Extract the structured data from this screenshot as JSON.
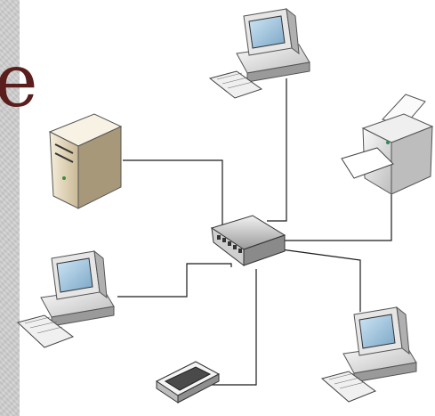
{
  "background_letter": "e",
  "colors": {
    "cable": "#1a1a1a",
    "letter": "#5a1f1c",
    "device_light": "#e8e8e8",
    "device_dark": "#555555",
    "server": "#e8dcc0"
  },
  "devices": [
    {
      "id": "hub",
      "icon": "network-hub-icon"
    },
    {
      "id": "server",
      "icon": "server-tower-icon"
    },
    {
      "id": "pc-top",
      "icon": "desktop-computer-icon"
    },
    {
      "id": "pc-left",
      "icon": "desktop-computer-icon"
    },
    {
      "id": "pc-bottom-right",
      "icon": "desktop-computer-icon"
    },
    {
      "id": "printer",
      "icon": "printer-icon"
    },
    {
      "id": "scanner",
      "icon": "flatbed-scanner-icon"
    }
  ]
}
